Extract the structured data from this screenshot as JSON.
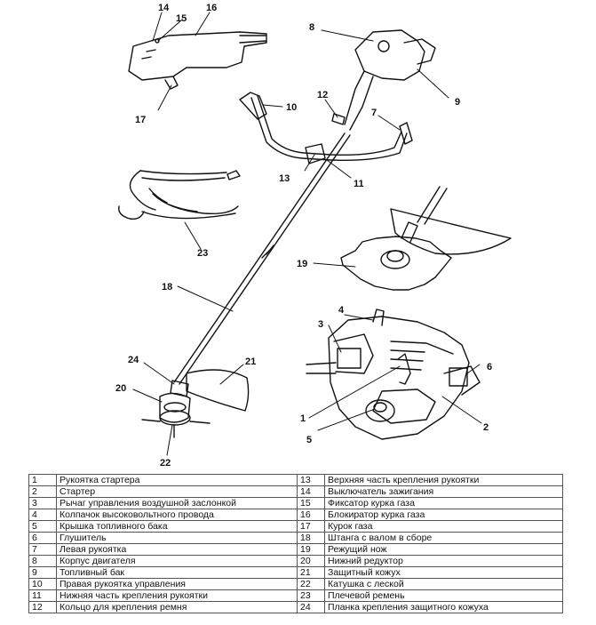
{
  "callouts": {
    "c1": "1",
    "c2": "2",
    "c3": "3",
    "c4": "4",
    "c5": "5",
    "c6": "6",
    "c7": "7",
    "c8": "8",
    "c9": "9",
    "c10": "10",
    "c11": "11",
    "c12": "12",
    "c13": "13",
    "c14": "14",
    "c15": "15",
    "c16": "16",
    "c17": "17",
    "c18": "18",
    "c19": "19",
    "c20": "20",
    "c21": "21",
    "c22": "22",
    "c23": "23",
    "c24": "24"
  },
  "legend": [
    {
      "n1": "1",
      "t1": "Рукоятка стартера",
      "n2": "13",
      "t2": "Верхняя часть крепления рукоятки"
    },
    {
      "n1": "2",
      "t1": "Стартер",
      "n2": "14",
      "t2": "Выключатель зажигания"
    },
    {
      "n1": "3",
      "t1": "Рычаг управления воздушной заслонкой",
      "n2": "15",
      "t2": "Фиксатор курка газа"
    },
    {
      "n1": "4",
      "t1": "Колпачок высоковольтного провода",
      "n2": "16",
      "t2": "Блокиратор курка газа"
    },
    {
      "n1": "5",
      "t1": "Крышка топливного бака",
      "n2": "17",
      "t2": "Курок газа"
    },
    {
      "n1": "6",
      "t1": "Глушитель",
      "n2": "18",
      "t2": "Штанга с валом в сборе"
    },
    {
      "n1": "7",
      "t1": "Левая рукоятка",
      "n2": "19",
      "t2": "Режущий нож"
    },
    {
      "n1": "8",
      "t1": "Корпус двигателя",
      "n2": "20",
      "t2": "Нижний редуктор"
    },
    {
      "n1": "9",
      "t1": "Топливный бак",
      "n2": "21",
      "t2": "Защитный кожух"
    },
    {
      "n1": "10",
      "t1": "Правая рукоятка управления",
      "n2": "22",
      "t2": "Катушка с леской"
    },
    {
      "n1": "11",
      "t1": "Нижняя часть крепления рукоятки",
      "n2": "23",
      "t2": "Плечевой ремень"
    },
    {
      "n1": "12",
      "t1": "Кольцо для крепления ремня",
      "n2": "24",
      "t2": "Планка крепления защитного кожуха"
    }
  ]
}
